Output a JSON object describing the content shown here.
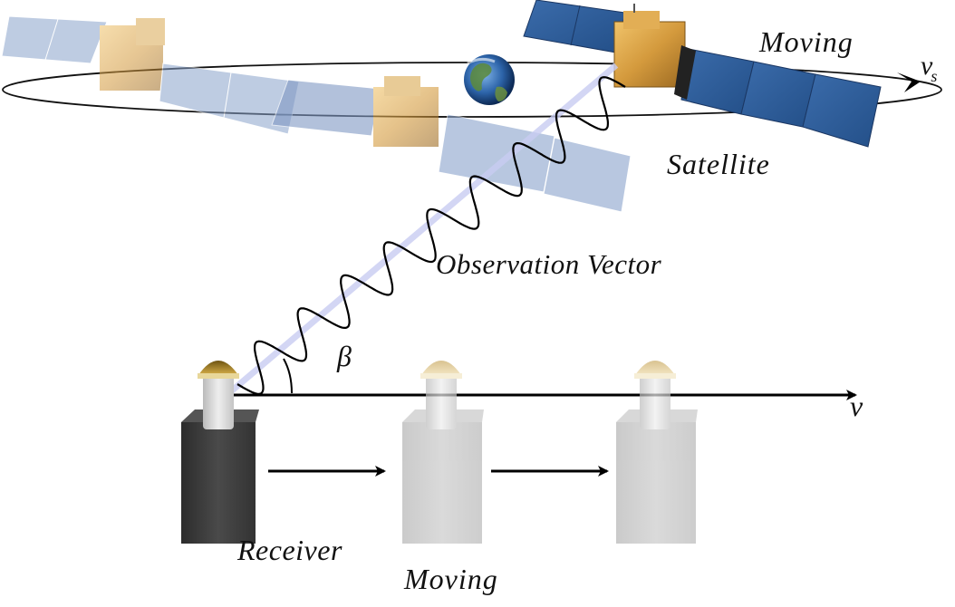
{
  "diagram": {
    "satellite_moving_label": "Moving",
    "satellite_velocity_symbol": "v",
    "satellite_velocity_subscript": "s",
    "satellite_label": "Satellite",
    "observation_label": "Observation Vector",
    "angle_symbol": "β",
    "receiver_velocity_symbol": "v",
    "receiver_label": "Receiver",
    "receiver_moving_label": "Moving"
  },
  "colors": {
    "panel_dark": "#2f5f9c",
    "panel_light": "#a9bedf",
    "satellite_body": "#d49a3d",
    "receiver_dark": "#3e3e3e",
    "receiver_light": "#bfbfbf",
    "dome": "#b88d2e",
    "beam": "#c9cdf2"
  }
}
